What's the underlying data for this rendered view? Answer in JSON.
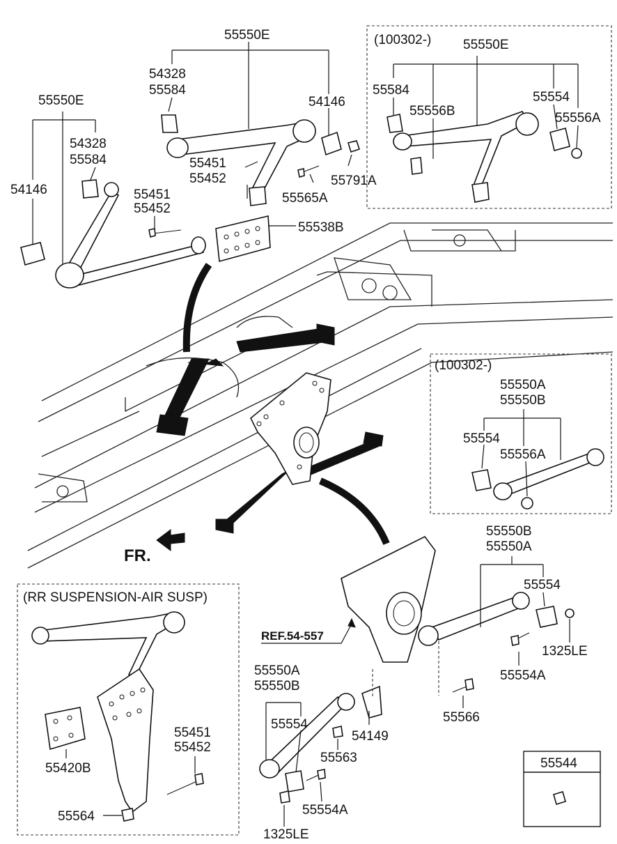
{
  "labels": {
    "top_center_group": "55550E",
    "top_center_a": "54328",
    "top_center_b": "55584",
    "top_center_right": "54146",
    "top_center_bolt_a": "55451",
    "top_center_bolt_b": "55452",
    "top_center_bolt2": "55565A",
    "top_center_nut": "55791A",
    "bracket_plate": "55538B",
    "left_group": "55550E",
    "left_a": "54328",
    "left_b": "55584",
    "left_bush": "54146",
    "left_bolt_a": "55451",
    "left_bolt_b": "55452",
    "inset1_range": "(100302-)",
    "inset1_group": "55550E",
    "inset1_a": "55584",
    "inset1_b": "55556B",
    "inset1_c": "55554",
    "inset1_d": "55556A",
    "inset2_range": "(100302-)",
    "inset2_group_a": "55550A",
    "inset2_group_b": "55550B",
    "inset2_a": "55554",
    "inset2_b": "55556A",
    "front_arrow": "FR.",
    "lower_right_group_a": "55550B",
    "lower_right_group_b": "55550A",
    "lower_right_bush": "55554",
    "lower_right_nut": "1325LE",
    "lower_right_bolt": "55554A",
    "bolt_55566": "55566",
    "ref_label": "REF.54-557",
    "lower_mid_group_a": "55550A",
    "lower_mid_group_b": "55550B",
    "lower_mid_bush": "55554",
    "lower_mid_bracket": "54149",
    "lower_mid_nut": "55563",
    "lower_mid_bolt": "55554A",
    "lower_mid_nut2": "1325LE",
    "air_susp_title": "(RR SUSPENSION-AIR SUSP)",
    "air_plate": "55420B",
    "air_bolt_a": "55451",
    "air_bolt_b": "55452",
    "air_nut": "55564",
    "legend_box": "55544"
  }
}
